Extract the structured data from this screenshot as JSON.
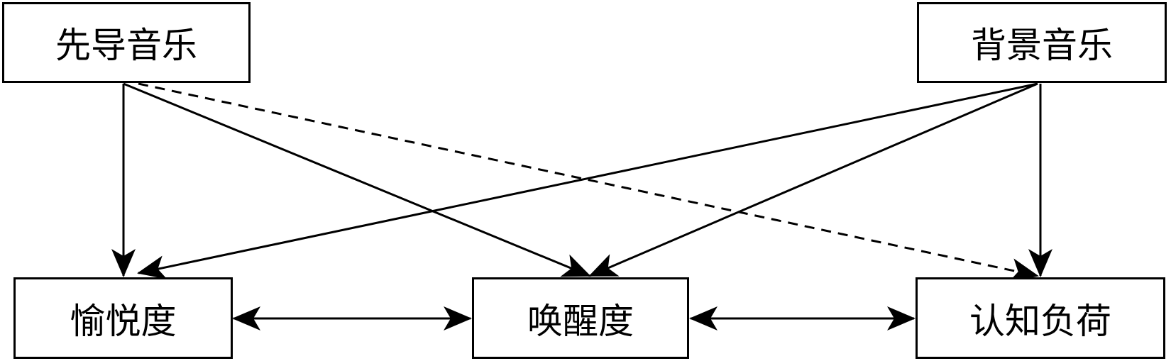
{
  "nodes": {
    "lead_music": "先导音乐",
    "background_music": "背景音乐",
    "pleasure": "愉悦度",
    "arousal": "唤醒度",
    "cognitive_load": "认知负荷"
  },
  "edges": [
    {
      "from": "先导音乐",
      "to": "愉悦度",
      "style": "solid"
    },
    {
      "from": "先导音乐",
      "to": "唤醒度",
      "style": "solid"
    },
    {
      "from": "先导音乐",
      "to": "认知负荷",
      "style": "dashed"
    },
    {
      "from": "背景音乐",
      "to": "愉悦度",
      "style": "solid"
    },
    {
      "from": "背景音乐",
      "to": "唤醒度",
      "style": "solid"
    },
    {
      "from": "背景音乐",
      "to": "认知负荷",
      "style": "solid"
    },
    {
      "from": "愉悦度",
      "to": "唤醒度",
      "style": "bidirectional"
    },
    {
      "from": "唤醒度",
      "to": "认知负荷",
      "style": "bidirectional"
    }
  ]
}
